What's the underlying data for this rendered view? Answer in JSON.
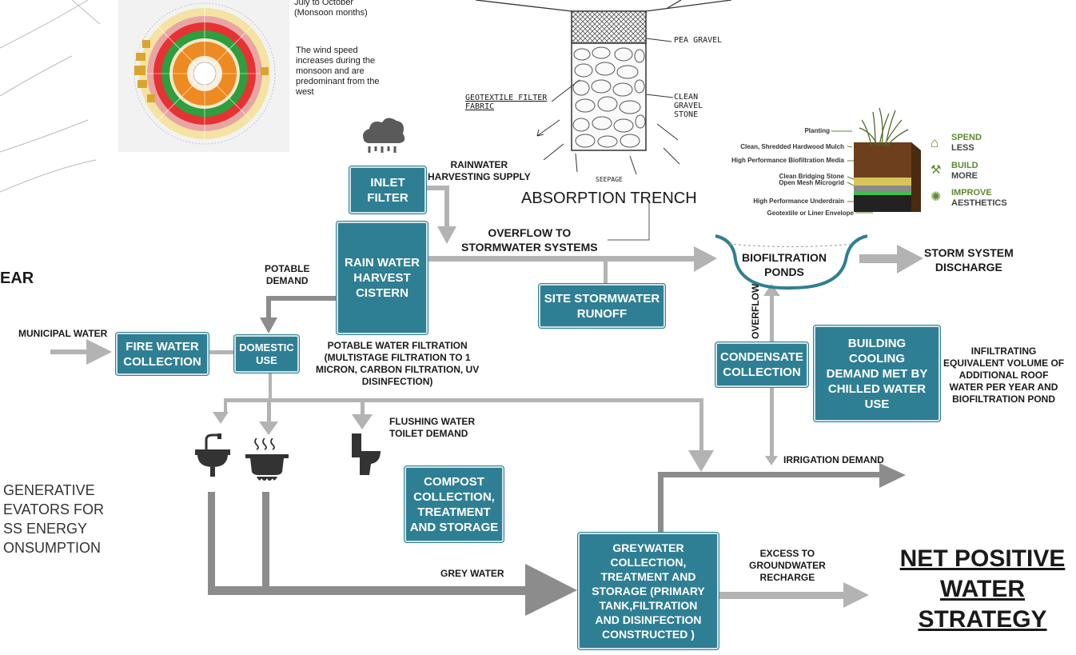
{
  "colors": {
    "box": "#2f7f94",
    "arrow": "#b3b3b3",
    "dark_arrow": "#8c8c8c",
    "bio_green": "#5c8a2e"
  },
  "wind": {
    "note_top": "July to October\n(Monsoon months)",
    "note_body": "The wind speed\nincreases during the\nmonsoon and are\npredominant from the\nwest"
  },
  "trench": {
    "pea_gravel": "PEA GRAVEL",
    "geotextile": "GEOTEXTILE FILTER\nFABRIC",
    "clean_gravel": "CLEAN\nGRAVEL\nSTONE",
    "seepage": "SEEPAGE",
    "title": "ABSORPTION TRENCH"
  },
  "biofilter": {
    "layers": [
      "Planting",
      "Clean, Shredded Hardwood Mulch",
      "High Performance Biofiltration Media",
      "Clean Bridging Stone",
      "Open Mesh Microgrid",
      "High Performance Underdrain",
      "Geotextile or Liner Envelope"
    ],
    "benefits": [
      {
        "verb": "SPEND",
        "rest": "LESS",
        "icon": "house-icon"
      },
      {
        "verb": "BUILD",
        "rest": "MORE",
        "icon": "hammer-icon"
      },
      {
        "verb": "IMPROVE",
        "rest": "AESTHETICS",
        "icon": "sun-icon"
      }
    ]
  },
  "boxes": {
    "inlet_filter": "INLET\nFILTER",
    "cistern": "RAIN WATER\nHARVEST\nCISTERN",
    "site_runoff": "SITE STORMWATER\nRUNOFF",
    "fire_water": "FIRE WATER\nCOLLECTION",
    "domestic": "DOMESTIC\nUSE",
    "condensate": "CONDENSATE\nCOLLECTION",
    "cooling": "BUILDING\nCOOLING\nDEMAND MET BY\nCHILLED WATER\nUSE",
    "compost": "COMPOST\nCOLLECTION,\nTREATMENT\nAND STORAGE",
    "greywater": "GREYWATER\nCOLLECTION,\nTREATMENT AND\nSTORAGE (PRIMARY\nTANK,FILTRATION\nAND DISINFECTION\nCONSTRUCTED )"
  },
  "labels": {
    "rainwater_supply": "RAINWATER\nHARVESTING SUPPLY",
    "overflow_storm": "OVERFLOW TO\nSTORMWATER SYSTEMS",
    "bio_ponds": "BIOFILTRATION\nPONDS",
    "storm_discharge": "STORM SYSTEM\nDISCHARGE",
    "potable_demand": "POTABLE\nDEMAND",
    "municipal": "MUNICIPAL WATER",
    "potable_filtration": "POTABLE WATER FILTRATION\n(MULTISTAGE FILTRATION TO 1\nMICRON, CARBON FILTRATION, UV\nDISINFECTION)",
    "overflow": "OVERFLOW",
    "infiltrating": "INFILTRATING\nEQUIVALENT VOLUME OF\nADDITIONAL ROOF\nWATER PER YEAR AND\nBIOFILTRATION POND",
    "flushing": "FLUSHING WATER\nTOILET DEMAND",
    "irrigation": "IRRIGATION DEMAND",
    "grey_water": "GREY WATER",
    "excess": "EXCESS TO\nGROUNDWATER\nRECHARGE",
    "cut_ear": "EAR",
    "cut_generative": "GENERATIVE\nEVATORS FOR\nSS ENERGY\nONSUMPTION"
  },
  "title": "NET POSITIVE\nWATER\nSTRATEGY"
}
